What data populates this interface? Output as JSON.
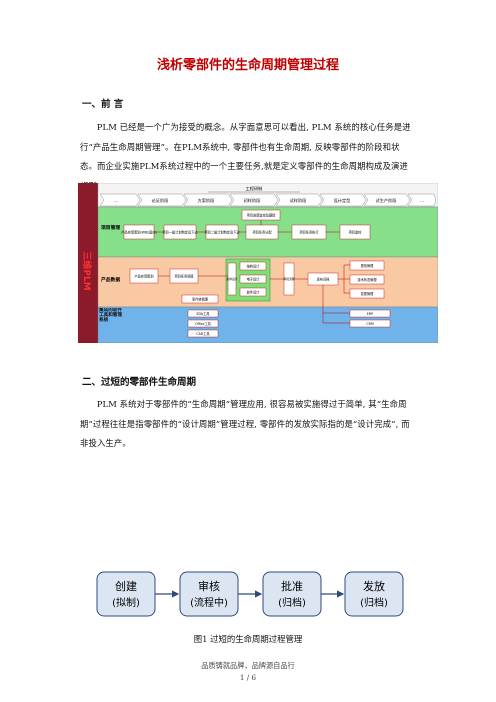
{
  "doc": {
    "title": "浅析零部件的生命周期管理过程",
    "section1_heading": "一、前 言",
    "section1_para": "PLM 已经是一个广为接受的概念。从字面意思可以看出, PLM 系统的核心任务是进行“产品生命周期管理”。在PLM系统中, 零部件也有生命周期, 反映零部件的阶段和状态。而企业实施PLM系统过程中的一个主要任务,就是定义零部件的生命周期构成及演进规则。",
    "section2_heading": "二、过短的零部件生命周期",
    "section2_para": "PLM 系统对于零部件的“生命周期”管理应用, 很容易被实施得过于简单, 其“生命周期”过程往往是指零部件的“设计周期”管理过程, 零部件的发放实际指的是“设计完成”, 而非投入生产。",
    "figure1_caption": "图1 过短的生命周期过程管理",
    "footer_slogan": "品质铸就品牌，品牌源自品行",
    "page_number": "1 / 6"
  },
  "diagram": {
    "side_label": "三维PLM",
    "phase_header": {
      "top": "工程研制",
      "phases": [
        "…",
        "论证阶段",
        "方案阶段",
        "初样阶段",
        "试样阶段",
        "设计定型",
        "试生产阶段",
        "…"
      ]
    },
    "rows": [
      {
        "label": "项目管理",
        "color": "#86e089"
      },
      {
        "label": "产品数据",
        "color": "#f8c9a2"
      },
      {
        "label": "集成的软件工具和管理系统",
        "color": "#6fb3ea"
      }
    ],
    "project_boxes": [
      "产品实现策划(WBS面向)",
      "项目一级计划制定及下达",
      "项目二级计划制定及下达",
      "项目任务分配",
      "项目任务执行",
      "项目监控",
      "项目进度监控及跟踪"
    ],
    "product_boxes": [
      "产品实现策划",
      "项目任务调度",
      "总体设计",
      "结构设计",
      "电子设计",
      "软件设计",
      "审批流程",
      "发布归档",
      "更改管理",
      "技术状态管理",
      "质量归档",
      "变更管理",
      "零件族管理"
    ],
    "tool_boxes": [
      "EDA工具",
      "Office工具",
      "CAD工具"
    ],
    "system_boxes": [
      "ERP",
      "CRM"
    ],
    "colors": {
      "project": "#86e089",
      "product": "#f8c9a2",
      "tools": "#6fb3ea",
      "side": "#8b1a2b",
      "accent": "#c00000"
    }
  },
  "flow": {
    "steps": [
      {
        "name": "创建",
        "sub": "(拟制)"
      },
      {
        "name": "审核",
        "sub": "(流程中)"
      },
      {
        "name": "批准",
        "sub": "(归档)"
      },
      {
        "name": "发放",
        "sub": "(归档)"
      }
    ],
    "box_color": "#dce6f2",
    "border_color": "#2e4a7a"
  }
}
